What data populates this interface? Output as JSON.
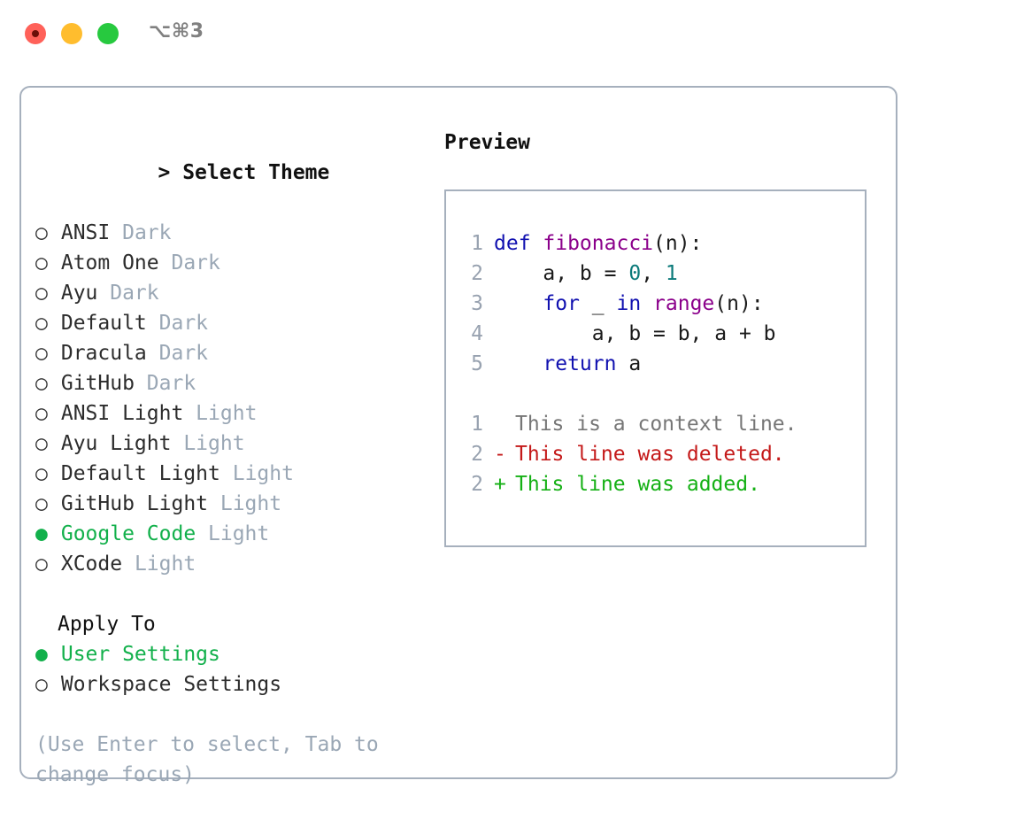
{
  "window": {
    "shortcut": "⌥⌘3",
    "traffic_lights": [
      {
        "name": "close",
        "color": "#ff6159"
      },
      {
        "name": "minimize",
        "color": "#ffbd2e"
      },
      {
        "name": "maximize",
        "color": "#27c93f"
      }
    ]
  },
  "colors": {
    "accent_green": "#12b04b",
    "muted": "#9aa7b5",
    "border": "#a6b0bd",
    "keyword": "#1111b0",
    "function": "#8b008b",
    "number": "#0b7a7a",
    "diff_add": "#15b015",
    "diff_del": "#c41919",
    "diff_context": "#767676",
    "line_number": "#98a2b0"
  },
  "theme_picker": {
    "prompt": ">",
    "title": "Select Theme",
    "bullet_unselected": "○",
    "bullet_selected": "●",
    "items": [
      {
        "label": "ANSI",
        "tag": "Dark",
        "selected": false
      },
      {
        "label": "Atom One",
        "tag": "Dark",
        "selected": false
      },
      {
        "label": "Ayu",
        "tag": "Dark",
        "selected": false
      },
      {
        "label": "Default",
        "tag": "Dark",
        "selected": false
      },
      {
        "label": "Dracula",
        "tag": "Dark",
        "selected": false
      },
      {
        "label": "GitHub",
        "tag": "Dark",
        "selected": false
      },
      {
        "label": "ANSI Light",
        "tag": "Light",
        "selected": false
      },
      {
        "label": "Ayu Light",
        "tag": "Light",
        "selected": false
      },
      {
        "label": "Default Light",
        "tag": "Light",
        "selected": false
      },
      {
        "label": "GitHub Light",
        "tag": "Light",
        "selected": false
      },
      {
        "label": "Google Code",
        "tag": "Light",
        "selected": true
      },
      {
        "label": "XCode",
        "tag": "Light",
        "selected": false
      }
    ]
  },
  "apply_to": {
    "title": "Apply To",
    "items": [
      {
        "label": "User Settings",
        "selected": true
      },
      {
        "label": "Workspace Settings",
        "selected": false
      }
    ]
  },
  "help": {
    "text": "(Use Enter to select, Tab to change focus)"
  },
  "preview": {
    "title": "Preview",
    "code_lines": [
      {
        "number": "1",
        "tokens": [
          {
            "text": "def ",
            "type": "kw"
          },
          {
            "text": "fibonacci",
            "type": "fn"
          },
          {
            "text": "(n):",
            "type": "pl"
          }
        ]
      },
      {
        "number": "2",
        "tokens": [
          {
            "text": "    a, b = ",
            "type": "pl"
          },
          {
            "text": "0",
            "type": "num"
          },
          {
            "text": ", ",
            "type": "pl"
          },
          {
            "text": "1",
            "type": "num"
          }
        ]
      },
      {
        "number": "3",
        "tokens": [
          {
            "text": "    ",
            "type": "pl"
          },
          {
            "text": "for",
            "type": "kw"
          },
          {
            "text": " _ ",
            "type": "pl"
          },
          {
            "text": "in",
            "type": "kw"
          },
          {
            "text": " ",
            "type": "pl"
          },
          {
            "text": "range",
            "type": "fn"
          },
          {
            "text": "(n):",
            "type": "pl"
          }
        ]
      },
      {
        "number": "4",
        "tokens": [
          {
            "text": "        a, b = b, a + b",
            "type": "pl"
          }
        ]
      },
      {
        "number": "5",
        "tokens": [
          {
            "text": "    ",
            "type": "pl"
          },
          {
            "text": "return",
            "type": "kw"
          },
          {
            "text": " a",
            "type": "pl"
          }
        ]
      }
    ],
    "diff_lines": [
      {
        "number": "1",
        "sign": " ",
        "text": "This is a context line.",
        "kind": "context"
      },
      {
        "number": "2",
        "sign": "-",
        "text": "This line was deleted.",
        "kind": "del"
      },
      {
        "number": "2",
        "sign": "+",
        "text": "This line was added.",
        "kind": "add"
      }
    ]
  }
}
